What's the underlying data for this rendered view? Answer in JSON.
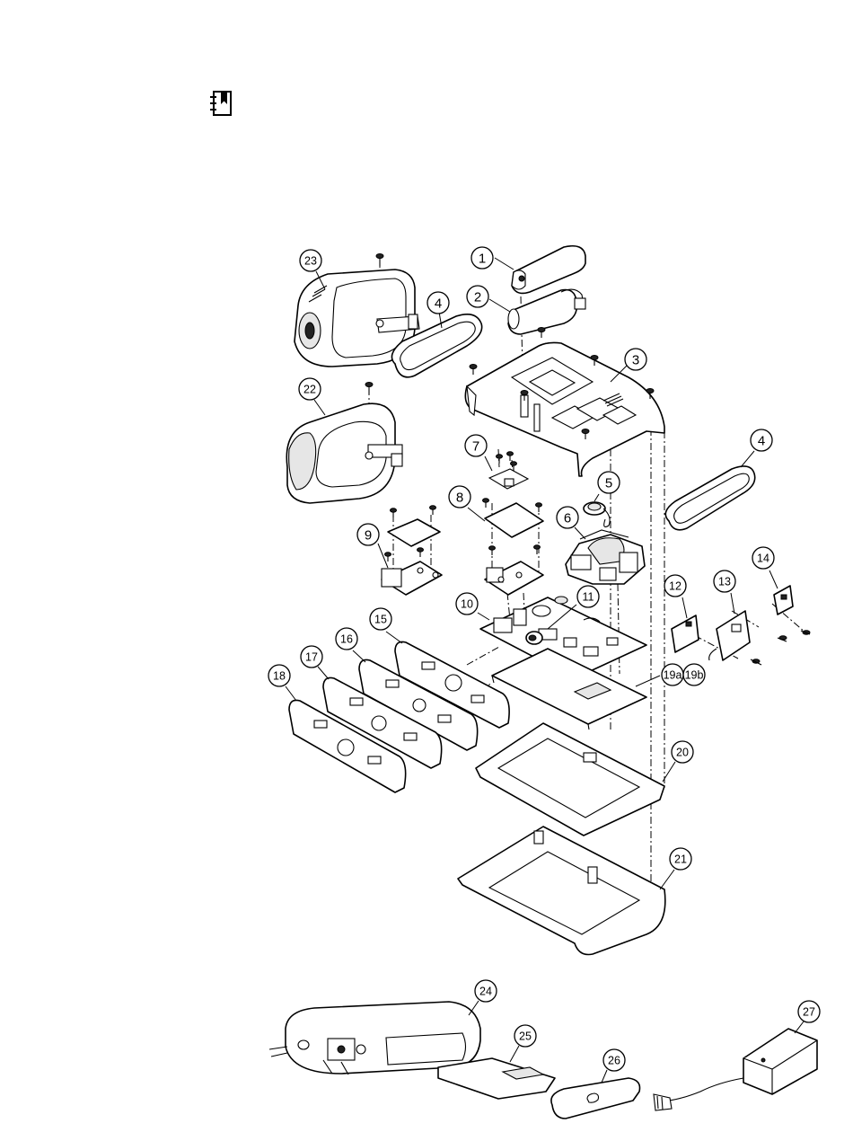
{
  "header": {
    "icon": "manual-bookmark-icon"
  },
  "callouts": [
    {
      "id": "c1",
      "label": "1"
    },
    {
      "id": "c2",
      "label": "2"
    },
    {
      "id": "c3",
      "label": "3"
    },
    {
      "id": "c4a",
      "label": "4"
    },
    {
      "id": "c4b",
      "label": "4"
    },
    {
      "id": "c5",
      "label": "5"
    },
    {
      "id": "c6",
      "label": "6"
    },
    {
      "id": "c7",
      "label": "7"
    },
    {
      "id": "c8",
      "label": "8"
    },
    {
      "id": "c9",
      "label": "9"
    },
    {
      "id": "c10",
      "label": "10"
    },
    {
      "id": "c11",
      "label": "11"
    },
    {
      "id": "c12",
      "label": "12"
    },
    {
      "id": "c13",
      "label": "13"
    },
    {
      "id": "c14",
      "label": "14"
    },
    {
      "id": "c15",
      "label": "15"
    },
    {
      "id": "c16",
      "label": "16"
    },
    {
      "id": "c17",
      "label": "17"
    },
    {
      "id": "c18",
      "label": "18"
    },
    {
      "id": "c19a",
      "label": "19a"
    },
    {
      "id": "c19b",
      "label": "19b"
    },
    {
      "id": "c20",
      "label": "20"
    },
    {
      "id": "c21",
      "label": "21"
    },
    {
      "id": "c22",
      "label": "22"
    },
    {
      "id": "c23",
      "label": "23"
    },
    {
      "id": "c24",
      "label": "24"
    },
    {
      "id": "c25",
      "label": "25"
    },
    {
      "id": "c26",
      "label": "26"
    },
    {
      "id": "c27",
      "label": "27"
    }
  ]
}
